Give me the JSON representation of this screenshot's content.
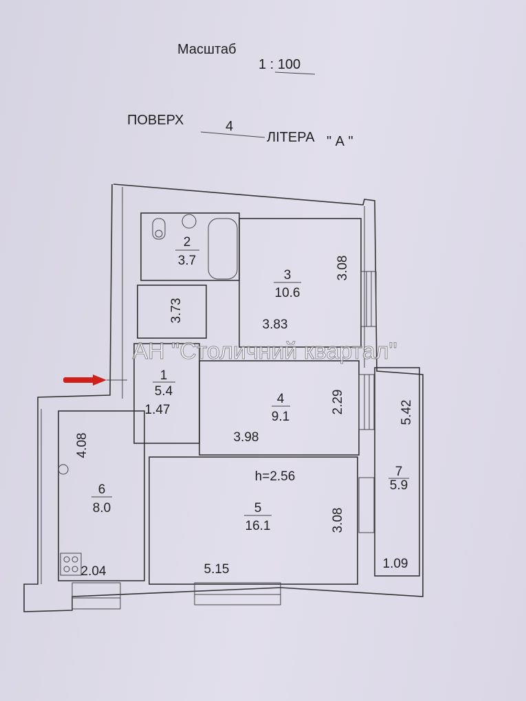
{
  "header": {
    "scale_label": "Масштаб",
    "scale_value": "1 : 100",
    "floor_label": "ПОВЕРХ",
    "floor_value": "4",
    "letter_label": "ЛІТЕРА",
    "letter_value": "\" А \""
  },
  "watermark": "АН \"Столичний квартал\"",
  "ceiling_height": "h=2.56",
  "rooms": [
    {
      "number": "1",
      "area": "5.4",
      "dims": [
        "1.47"
      ]
    },
    {
      "number": "2",
      "area": "3.7",
      "dims": []
    },
    {
      "number": "3",
      "area": "10.6",
      "dims": [
        "3.08",
        "3.83"
      ]
    },
    {
      "number": "4",
      "area": "9.1",
      "dims": [
        "2.29",
        "3.98"
      ]
    },
    {
      "number": "5",
      "area": "16.1",
      "dims": [
        "3.08",
        "5.15"
      ]
    },
    {
      "number": "6",
      "area": "8.0",
      "dims": [
        "4.08",
        "2.04"
      ]
    },
    {
      "number": "7",
      "area": "5.9",
      "dims": [
        "5.42",
        "1.09"
      ]
    }
  ],
  "corridor_dim": "3.73",
  "colors": {
    "arrow": "#d0201c",
    "paper": "#dcd9e6"
  }
}
